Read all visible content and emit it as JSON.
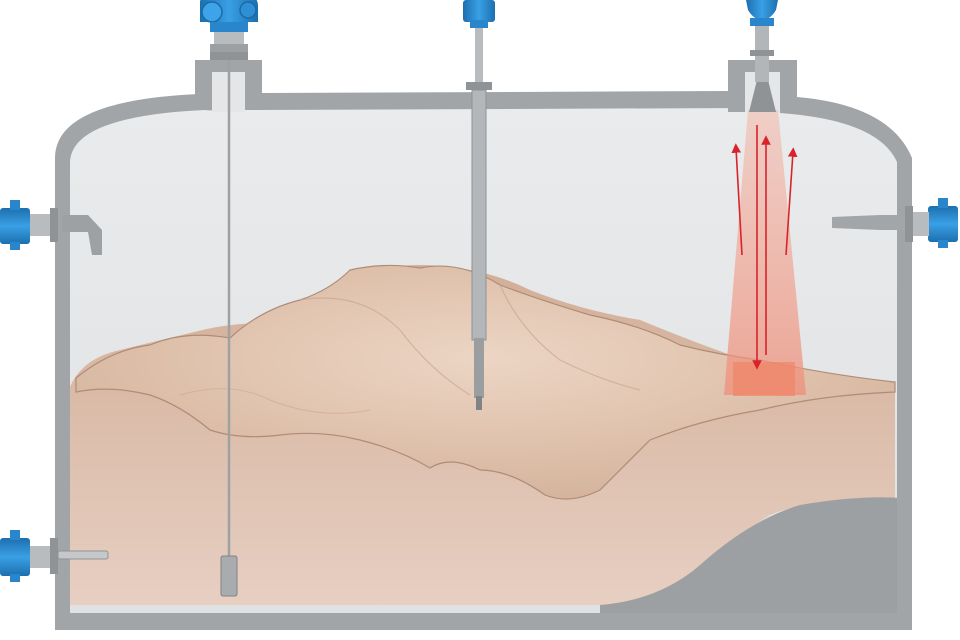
{
  "colors": {
    "background": "#ffffff",
    "tank_wall": "#a3a6a9",
    "tank_wall_dark": "#8d9093",
    "tank_air": "#e2e4e6",
    "material_fill": "#d4b29c",
    "material_surface": "#e2c5b1",
    "material_shadow": "#bf9e88",
    "material_outline": "#a88670",
    "material_low": "#e6cbbd",
    "sensor_blue": "#2b8fd6",
    "sensor_blue_dark": "#1a6aa8",
    "probe_metal": "#b9bcbf",
    "probe_metal_dark": "#8f9396",
    "radar_beam": "#f2a291",
    "radar_arrow": "#d8232a"
  },
  "icons": {
    "rod_probe_head": "sensor-head-icon",
    "cable_probe_head": "sensor-head-icon",
    "radar_head": "sensor-head-icon",
    "side_switch_head": "sensor-head-icon",
    "bottom_switch_head": "sensor-head-icon",
    "echo_arrow": "arrow-icon"
  },
  "scene": {
    "instruments": [
      "cable-probe",
      "rod-probe",
      "radar-horn",
      "vibrating-switch-left",
      "paddle-switch-right",
      "bottom-switch"
    ]
  }
}
